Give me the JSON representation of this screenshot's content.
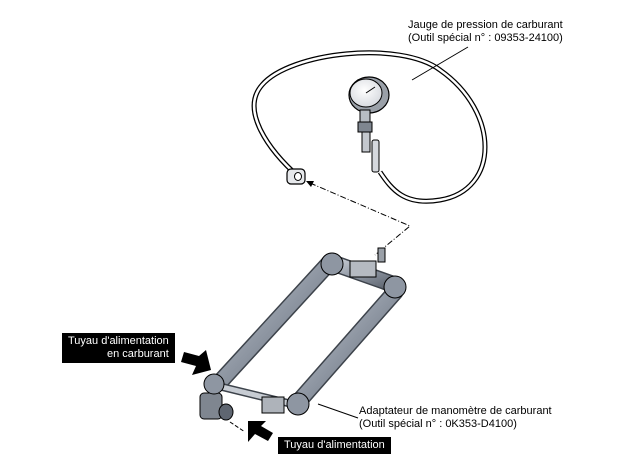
{
  "labels": {
    "gauge": {
      "line1": "Jauge de pression de carburant",
      "line2": "(Outil spécial n° : 09353-24100)"
    },
    "adapter": {
      "line1": "Adaptateur de manomètre de carburant",
      "line2": "(Outil spécial n° : 0K353-D4100)"
    },
    "fuel_hose": {
      "line1": "Tuyau d'alimentation",
      "line2": "en carburant"
    },
    "supply_hose": "Tuyau d'alimentation"
  },
  "colors": {
    "tag_background": "#000000",
    "tag_text": "#ffffff",
    "pipe": "#8e96a2"
  },
  "icons": [
    "arrow-icon"
  ]
}
